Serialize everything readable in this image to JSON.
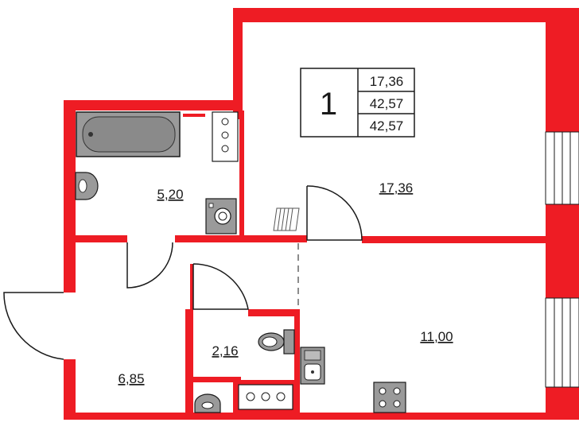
{
  "legend": {
    "rooms": "1",
    "values": [
      "17,36",
      "42,57",
      "42,57"
    ]
  },
  "rooms": {
    "living": "17,36",
    "bathroom": "5,20",
    "kitchen": "11,00",
    "hall": "6,85",
    "wc": "2,16"
  },
  "colors": {
    "wall": "#ee1c24",
    "fixture": "#999999",
    "line": "#1a1a1a"
  }
}
